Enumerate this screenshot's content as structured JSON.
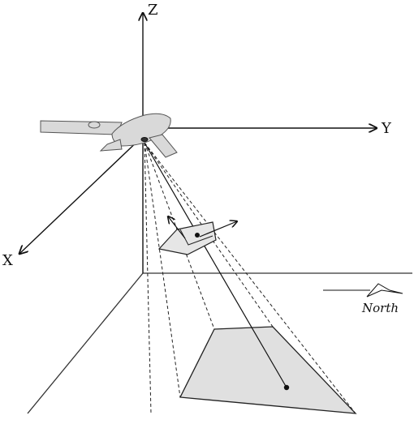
{
  "axes": {
    "z_label": "Z",
    "y_label": "Y",
    "x_label": "X"
  },
  "compass": {
    "label": "North"
  },
  "colors": {
    "line": "#111111",
    "fill": "#e0e0e0",
    "aircraft_body": "#d9d9d9",
    "aircraft_outline": "#555555"
  }
}
